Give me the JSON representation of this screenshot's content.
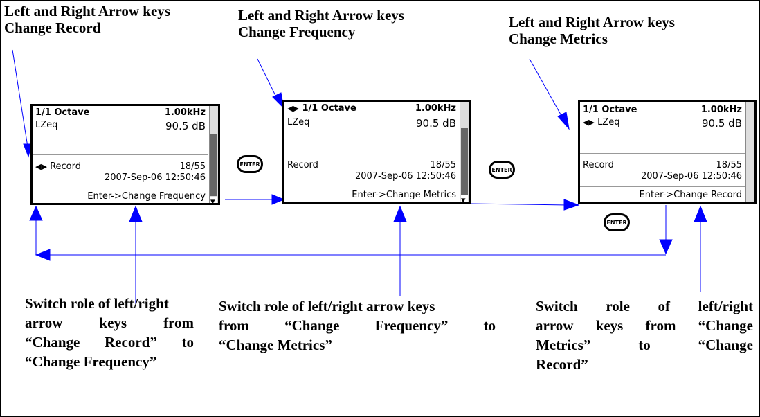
{
  "captions": {
    "top1_line1": "Left and Right Arrow keys",
    "top1_line2": "Change Record",
    "top2_line1": "Left and Right Arrow keys",
    "top2_line2": "Change Frequency",
    "top3_line1": "Left and Right Arrow keys",
    "top3_line2": "Change Metrics"
  },
  "screens": [
    {
      "band": "1/1 Octave",
      "freq": "1.00kHz",
      "metric": "LZeq",
      "level": "90.5 dB",
      "record_label": "Record",
      "record_count": "18/55",
      "timestamp": "2007-Sep-06 12:50:46",
      "footer": "Enter->Change Frequency",
      "active": "record"
    },
    {
      "band": "1/1 Octave",
      "freq": "1.00kHz",
      "metric": "LZeq",
      "level": "90.5 dB",
      "record_label": "Record",
      "record_count": "18/55",
      "timestamp": "2007-Sep-06 12:50:46",
      "footer": "Enter->Change Metrics",
      "active": "frequency"
    },
    {
      "band": "1/1 Octave",
      "freq": "1.00kHz",
      "metric": "LZeq",
      "level": "90.5 dB",
      "record_label": "Record",
      "record_count": "18/55",
      "timestamp": "2007-Sep-06 12:50:46",
      "footer": "Enter->Change Record",
      "active": "metric"
    }
  ],
  "enter_label": "ENTER",
  "notes": {
    "note1": [
      "Switch role of left/right",
      "arrow keys from",
      "“Change Record” to",
      "“Change Frequency”"
    ],
    "note2": [
      "Switch role of left/right arrow keys",
      "from “Change Frequency” to",
      "“Change Metrics”"
    ],
    "note3": [
      "Switch role of left/right",
      "arrow keys from “Change",
      "Metrics” to “Change",
      "Record”"
    ]
  },
  "colors": {
    "arrow": "#0000ff",
    "text": "#000000"
  }
}
